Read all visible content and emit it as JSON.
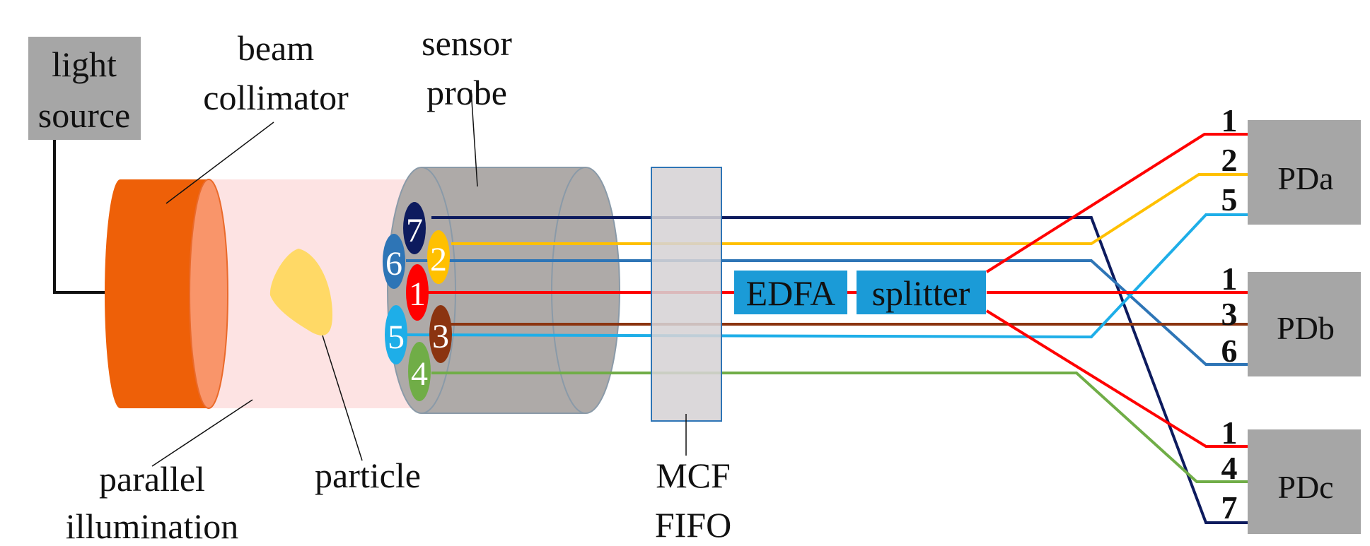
{
  "labels": {
    "light_source": [
      "light",
      "source"
    ],
    "beam_collimator": [
      "beam",
      "collimator"
    ],
    "sensor_probe": [
      "sensor",
      "probe"
    ],
    "parallel_illumination": [
      "parallel",
      "illumination"
    ],
    "particle": "particle",
    "mcf_fifo": [
      "MCF",
      "FIFO"
    ],
    "edfa": "EDFA",
    "splitter": "splitter"
  },
  "cores": [
    "7",
    "6",
    "2",
    "1",
    "5",
    "3",
    "4"
  ],
  "detectors": [
    {
      "name": "PDa",
      "ports": [
        "1",
        "2",
        "5"
      ]
    },
    {
      "name": "PDb",
      "ports": [
        "1",
        "3",
        "6"
      ]
    },
    {
      "name": "PDc",
      "ports": [
        "1",
        "4",
        "7"
      ]
    }
  ],
  "colors": {
    "gray_box": "#a6a6a6",
    "collimator": "#ee6008",
    "collimator_face": "#f9956a",
    "beam": "#fde3e3",
    "particle": "#ffd966",
    "probe": "#aeaaa8",
    "fifo": "#d6d3d5",
    "fifo_border": "#2e75b6",
    "edfa_box": "#1b9bd7",
    "core_1": "#ff0000",
    "core_2": "#ffc000",
    "core_3": "#8b3410",
    "core_4": "#70ad47",
    "core_5": "#1eaee8",
    "core_6": "#2e75b6",
    "core_7": "#0d1b5e"
  }
}
